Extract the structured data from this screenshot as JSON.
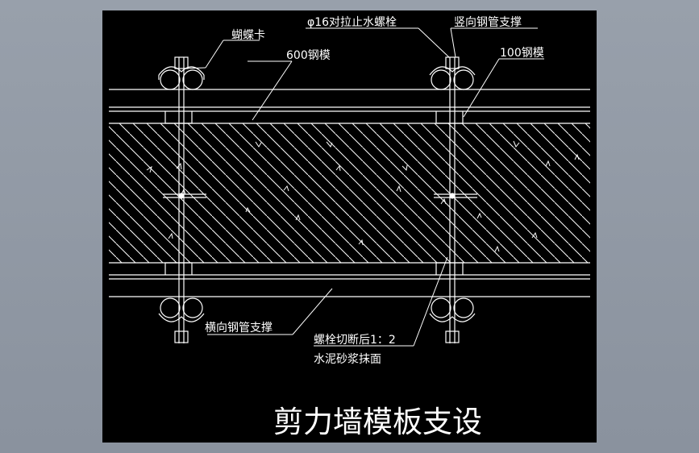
{
  "drawing": {
    "title": "剪力墙模板支设",
    "labels": {
      "butterfly_clip": "蝴蝶卡",
      "tie_bolt": "φ16对拉止水螺栓",
      "vertical_pipe": "竖向钢管支撑",
      "formwork_600": "600钢模",
      "formwork_100": "100钢模",
      "horizontal_pipe": "横向钢管支撑",
      "bolt_note_line1": "螺栓切断后1：2",
      "bolt_note_line2": "水泥砂浆抹面"
    }
  }
}
